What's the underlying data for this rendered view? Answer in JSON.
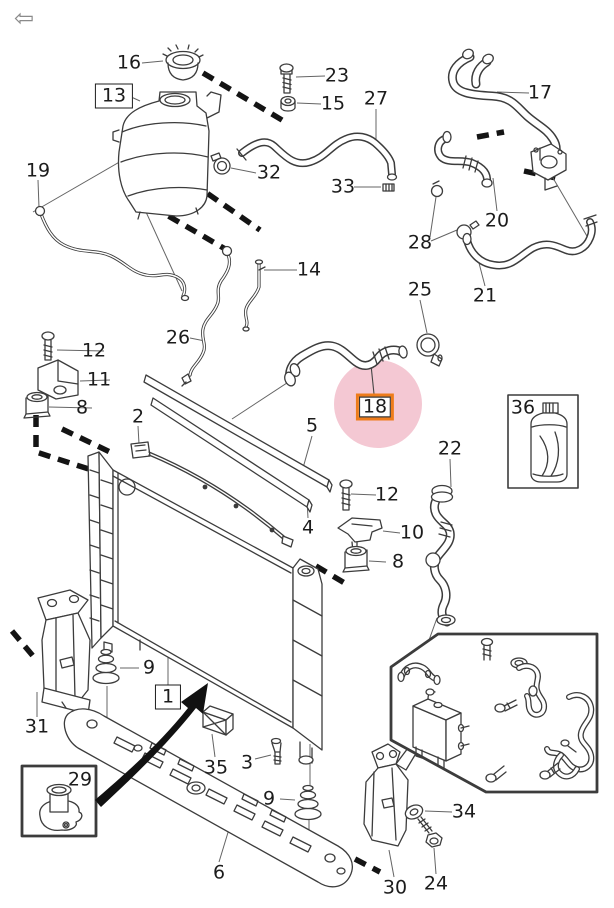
{
  "nav": {
    "back_icon_glyph": "⇦"
  },
  "diagram": {
    "selected_callout": "18",
    "boxed_callouts": [
      "1",
      "13"
    ],
    "inset_box_callouts": [
      "29",
      "36"
    ],
    "callouts": {
      "1": "1",
      "2": "2",
      "3": "3",
      "4": "4",
      "5": "5",
      "6": "6",
      "8": "8",
      "9": "9",
      "10": "10",
      "11": "11",
      "12": "12",
      "13": "13",
      "14": "14",
      "15": "15",
      "16": "16",
      "17": "17",
      "18": "18",
      "19": "19",
      "20": "20",
      "21": "21",
      "22": "22",
      "23": "23",
      "24": "24",
      "25": "25",
      "26": "26",
      "27": "27",
      "28": "28",
      "29": "29",
      "30": "30",
      "31": "31",
      "32": "32",
      "33": "33",
      "34": "34",
      "35": "35",
      "36": "36"
    }
  },
  "colors": {
    "line": "#3c3c3c",
    "dashed_line": "#141414",
    "highlight_ring": "#f4c8d3",
    "highlight_box_border": "#ee7c1b",
    "label_text": "#1c1c1c"
  }
}
